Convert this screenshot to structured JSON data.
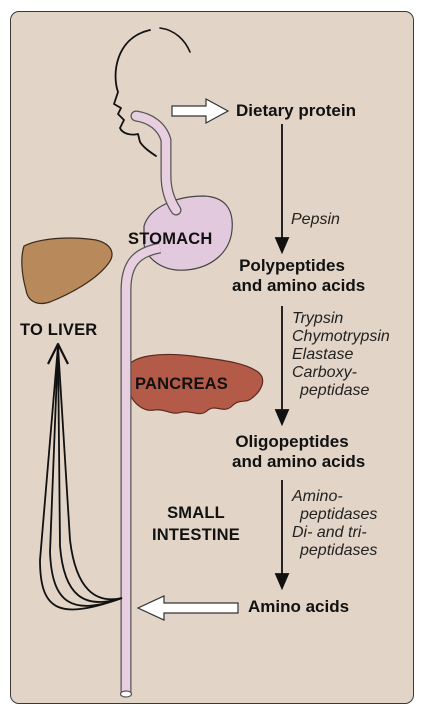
{
  "stages": {
    "dietary_protein": "Dietary protein",
    "polypeptides": [
      "Polypeptides",
      "and amino acids"
    ],
    "oligopeptides": [
      "Oligopeptides",
      "and amino acids"
    ],
    "amino_acids": "Amino acids"
  },
  "enzymes": {
    "stomach": [
      "Pepsin"
    ],
    "pancreas": [
      "Trypsin",
      "Chymotrypsin",
      "Elastase",
      "Carboxy-",
      "peptidase"
    ],
    "intestine": [
      "Amino-",
      "peptidases",
      "Di- and tri-",
      "peptidases"
    ]
  },
  "organs": {
    "stomach": "STOMACH",
    "pancreas": "PANCREAS",
    "small_intestine": [
      "SMALL",
      "INTESTINE"
    ],
    "liver": "TO LIVER"
  },
  "colors": {
    "background": "#e2d4c6",
    "gut_tube": "#e7cfe0",
    "stomach": "#e3c9de",
    "pancreas": "#b45a48",
    "liver": "#b8895a"
  },
  "icons": [
    "head-silhouette-icon",
    "liver-icon",
    "stomach-icon",
    "pancreas-icon",
    "hollow-arrow-icon"
  ]
}
